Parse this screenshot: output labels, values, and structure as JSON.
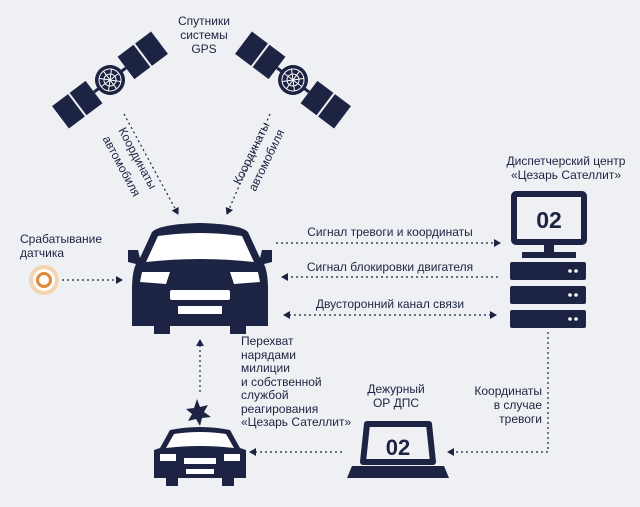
{
  "satellites": {
    "label_line1": "Спутники",
    "label_line2": "системы",
    "label_line3": "GPS",
    "left_coords_line1": "Координаты",
    "left_coords_line2": "автомобиля",
    "right_coords_line1": "Координаты",
    "right_coords_line2": "автомобиля"
  },
  "dispatch": {
    "title_line1": "Диспетчерский центр",
    "title_line2": "«Цезарь Сателлит»",
    "monitor_number": "02"
  },
  "sensor": {
    "label_line1": "Срабатывание",
    "label_line2": "датчика"
  },
  "links": {
    "alarm_signal": "Сигнал тревоги и координаты",
    "engine_block": "Сигнал блокировки двигателя",
    "two_way": "Двусторонний канал связи"
  },
  "intercept": {
    "line1": "Перехват",
    "line2": "нарядами",
    "line3": "милиции",
    "line4": "и собственной",
    "line5": "службой",
    "line6": "реагирования",
    "line7": "«Цезарь Сателлит»"
  },
  "duty": {
    "title_line1": "Дежурный",
    "title_line2": "ОР ДПС",
    "laptop_number": "02"
  },
  "alarm_coords": {
    "line1": "Координаты",
    "line2": "в случае",
    "line3": "тревоги"
  },
  "colors": {
    "navy": "#1d2342",
    "background": "#eef0f3",
    "sensor_orange": "#e08a3c"
  }
}
